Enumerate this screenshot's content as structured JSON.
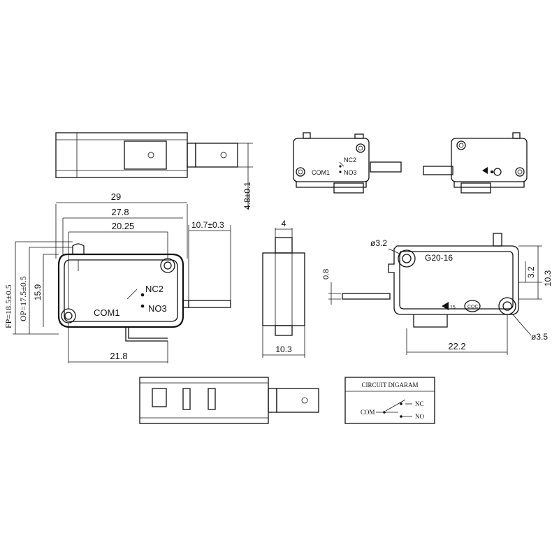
{
  "dims": {
    "overall_length": "29",
    "body_length": "27.8",
    "hole_spacing": "20.25",
    "terminal_length": "10.7±0.3",
    "fp": "FP=18.5±0.5",
    "op": "OP=17.5±0.5",
    "height": "15.9",
    "bottom_term": "21.8",
    "top_thk": "4.8±0.1",
    "side_thk": "4",
    "side_width": "10.3",
    "term_thk": "0.8",
    "hole_big": "ø3.2",
    "hole_small": "ø3.5",
    "mount_span": "22.2",
    "right_h1": "3.2",
    "right_h2": "10.3"
  },
  "labels": {
    "nc2": "NC2",
    "no3": "NO3",
    "com1": "COM1",
    "model": "G20-16",
    "cert_ccc": "CQC",
    "cert_15": "15"
  },
  "circuit": {
    "title": "CIRCUIT DIGARAM",
    "com": "COM",
    "nc": "NC",
    "no": "NO"
  }
}
